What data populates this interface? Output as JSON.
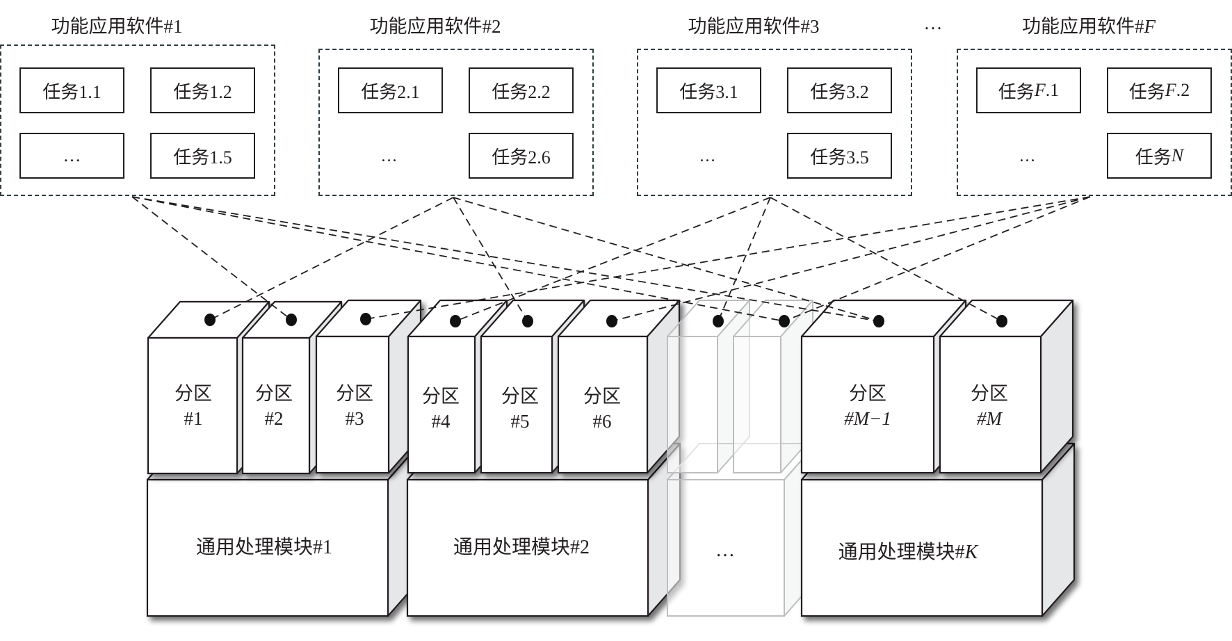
{
  "figure": {
    "software": [
      {
        "id": "sw1",
        "title": "功能应用软件#1",
        "tasks": [
          "任务1.1",
          "任务1.2",
          "…",
          "任务1.5"
        ]
      },
      {
        "id": "sw2",
        "title": "功能应用软件#2",
        "tasks": [
          "任务2.1",
          "任务2.2",
          "…",
          "任务2.6"
        ]
      },
      {
        "id": "sw3",
        "title": "功能应用软件#3",
        "tasks": [
          "任务3.1",
          "任务3.2",
          "…",
          "任务3.5"
        ]
      },
      {
        "id": "swF",
        "title": "功能应用软件#F",
        "tasks": [
          "任务F.1",
          "任务F.2",
          "…",
          "任务N"
        ]
      }
    ],
    "software_ellipsis": "…",
    "partitions": [
      {
        "id": "p1",
        "line1": "分区",
        "line2": "#1"
      },
      {
        "id": "p2",
        "line1": "分区",
        "line2": "#2"
      },
      {
        "id": "p3",
        "line1": "分区",
        "line2": "#3"
      },
      {
        "id": "p4",
        "line1": "分区",
        "line2": "#4"
      },
      {
        "id": "p5",
        "line1": "分区",
        "line2": "#5"
      },
      {
        "id": "p6",
        "line1": "分区",
        "line2": "#6"
      },
      {
        "id": "pg1",
        "line1": "",
        "line2": "",
        "ghost": true
      },
      {
        "id": "pg2",
        "line1": "",
        "line2": "",
        "ghost": true
      },
      {
        "id": "pM1",
        "line1": "分区",
        "line2": "#M−1"
      },
      {
        "id": "pM",
        "line1": "分区",
        "line2": "#M"
      }
    ],
    "modules": [
      {
        "id": "m1",
        "label": "通用处理模块#1"
      },
      {
        "id": "m2",
        "label": "通用处理模块#2"
      },
      {
        "id": "mg",
        "label": "…",
        "ghost": true
      },
      {
        "id": "mK",
        "label": "通用处理模块#K"
      }
    ],
    "connections": [
      {
        "from": "sw1",
        "to": "p2"
      },
      {
        "from": "sw1",
        "to": "pg2"
      },
      {
        "from": "sw1",
        "to": "pM1"
      },
      {
        "from": "sw2",
        "to": "p1"
      },
      {
        "from": "sw2",
        "to": "p5"
      },
      {
        "from": "sw2",
        "to": "pM1"
      },
      {
        "from": "sw3",
        "to": "p4"
      },
      {
        "from": "sw3",
        "to": "pg1"
      },
      {
        "from": "sw3",
        "to": "pM"
      },
      {
        "from": "swF",
        "to": "p3"
      },
      {
        "from": "swF",
        "to": "p6"
      },
      {
        "from": "swF",
        "to": "pg2"
      }
    ],
    "colors": {
      "ink": "#231f20",
      "dash": "#2e3d42",
      "side_face": "#e6e7e8",
      "ghost": "#bcbec0",
      "shadow": "#6d6e71"
    }
  }
}
